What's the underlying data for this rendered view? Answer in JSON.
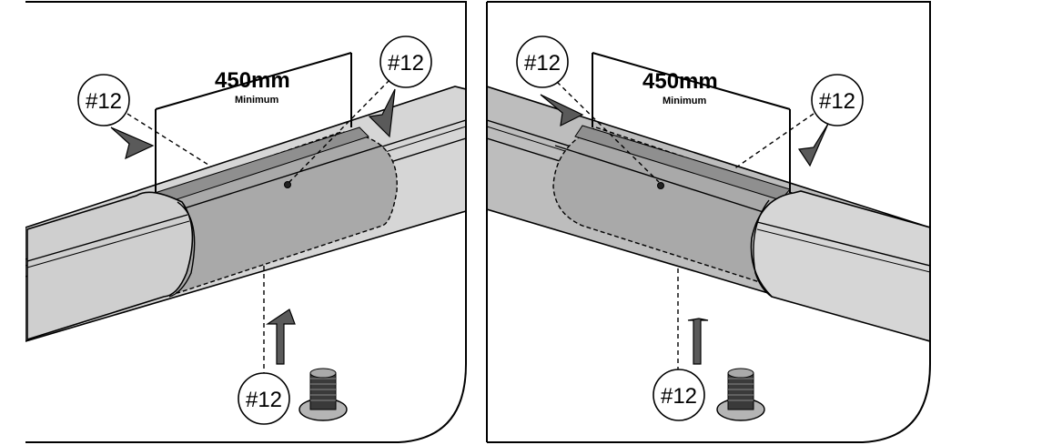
{
  "panels": [
    {
      "id": "left",
      "dimension": {
        "value": "450mm",
        "note": "Minimum"
      },
      "callouts": [
        "#12",
        "#12",
        "#12"
      ]
    },
    {
      "id": "right",
      "dimension": {
        "value": "450mm",
        "note": "Minimum"
      },
      "callouts": [
        "#12",
        "#12",
        "#12"
      ]
    }
  ],
  "colors": {
    "tube_light": "#d6d6d6",
    "tube_mid": "#bdbdbd",
    "sleeve": "#a9a9a9",
    "sleeve_dark": "#8f8f8f",
    "stroke": "#000000",
    "arrow": "#5a5a5a"
  },
  "icons": [
    "dashed-guide-line",
    "insertion-arrow",
    "threaded-end-cap",
    "rivet-hole"
  ]
}
